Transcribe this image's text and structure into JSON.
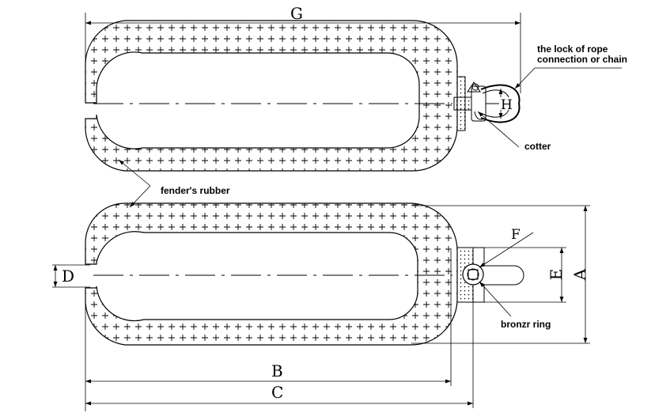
{
  "dimensions": {
    "G": "G",
    "H": "H",
    "F": "F",
    "E": "E",
    "A": "A",
    "D": "D",
    "B": "B",
    "C": "C"
  },
  "annotations": {
    "lock_line1": "the lock of rope",
    "lock_line2": "connection or chain",
    "cotter": "cotter",
    "fenders_rubber": "fender's rubber",
    "bronze_ring": "bronzr ring"
  }
}
